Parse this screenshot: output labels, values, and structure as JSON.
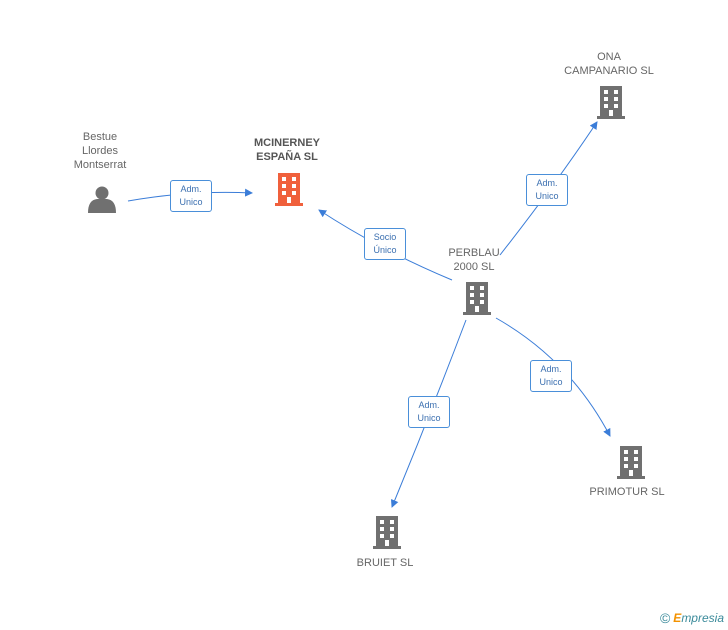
{
  "colors": {
    "edge": "#3b7dd8",
    "building": "#707070",
    "building_main": "#f0603c",
    "person": "#707070"
  },
  "nodes": {
    "person": {
      "label": "Bestue\nLlordes\nMontserrat",
      "icon": "person-icon"
    },
    "main": {
      "label": "MCINERNEY\nESPAÑA SL",
      "icon": "building-icon"
    },
    "perblau": {
      "label": "PERBLAU\n2000  SL",
      "icon": "building-icon"
    },
    "ona": {
      "label": "ONA\nCAMPANARIO SL",
      "icon": "building-icon"
    },
    "primotur": {
      "label": "PRIMOTUR SL",
      "icon": "building-icon"
    },
    "bruiet": {
      "label": "BRUIET SL",
      "icon": "building-icon"
    }
  },
  "edges": {
    "person_main": "Adm.\nUnico",
    "perblau_main": "Socio\nÚnico",
    "perblau_ona": "Adm.\nUnico",
    "perblau_primotur": "Adm.\nUnico",
    "perblau_bruiet": "Adm.\nUnico"
  },
  "footer": {
    "copyright": "©",
    "brand_initial": "E",
    "brand_rest": "mpresia"
  }
}
